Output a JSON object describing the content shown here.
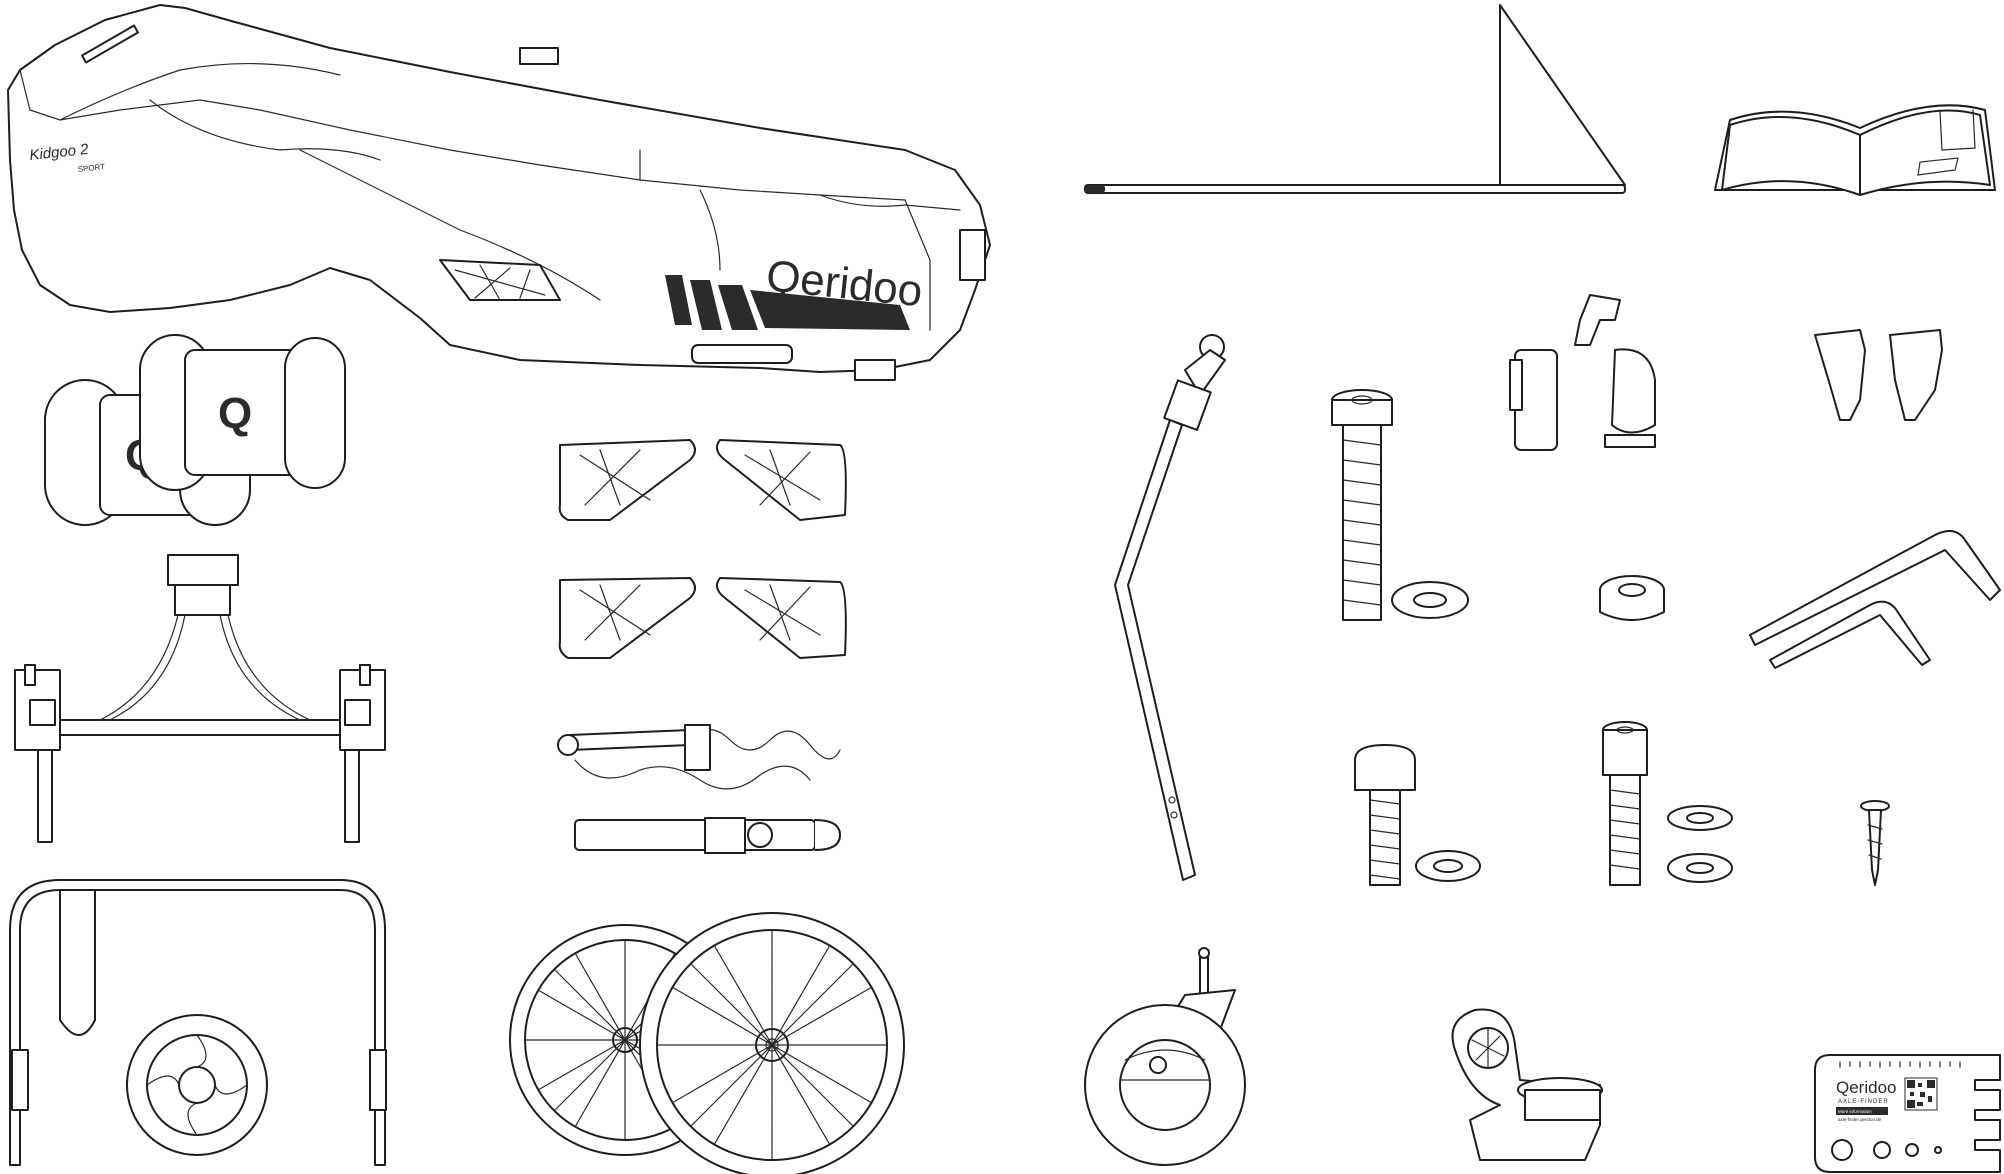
{
  "trailer": {
    "brand_logo": "Qeridoo",
    "model_name": "Kidgoo 2",
    "model_variant": "SPORT"
  },
  "handle_pads": {
    "logo_mark": "Q"
  },
  "axle_finder": {
    "brand": "Qeridoo",
    "title": "AXLE-FINDER",
    "info_label": "More information",
    "info_url": "axle-finder.qeridoo.de"
  }
}
